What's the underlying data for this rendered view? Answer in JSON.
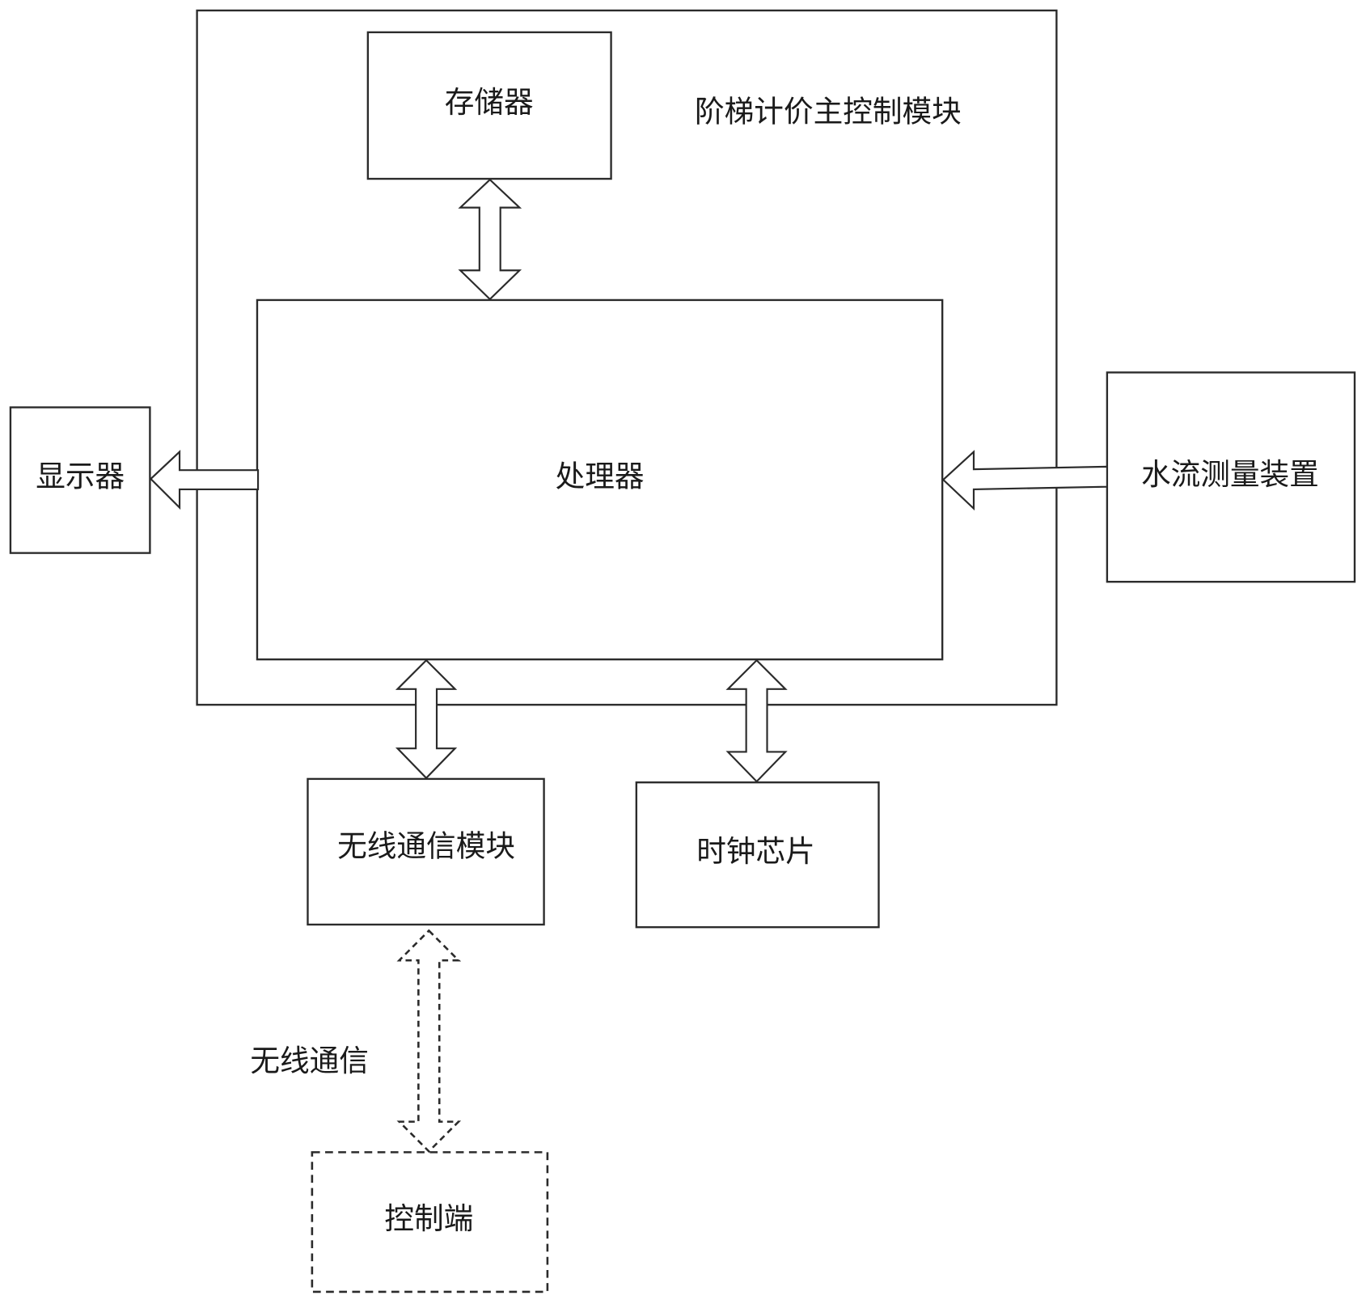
{
  "diagram": {
    "module_title": "阶梯计价主控制模块",
    "nodes": {
      "memory": "存储器",
      "processor": "处理器",
      "display": "显示器",
      "water_flow_device": "水流测量装置",
      "wireless_module": "无线通信模块",
      "clock_chip": "时钟芯片",
      "control_terminal": "控制端"
    },
    "edge_labels": {
      "wireless_link": "无线通信"
    },
    "edges": [
      {
        "from": "memory",
        "to": "processor",
        "type": "bidirectional",
        "style": "solid"
      },
      {
        "from": "processor",
        "to": "display",
        "type": "unidirectional",
        "style": "solid"
      },
      {
        "from": "water_flow_device",
        "to": "processor",
        "type": "unidirectional",
        "style": "solid"
      },
      {
        "from": "processor",
        "to": "wireless_module",
        "type": "bidirectional",
        "style": "solid"
      },
      {
        "from": "processor",
        "to": "clock_chip",
        "type": "bidirectional",
        "style": "solid"
      },
      {
        "from": "wireless_module",
        "to": "control_terminal",
        "type": "bidirectional",
        "style": "dashed",
        "label": "无线通信"
      }
    ]
  }
}
